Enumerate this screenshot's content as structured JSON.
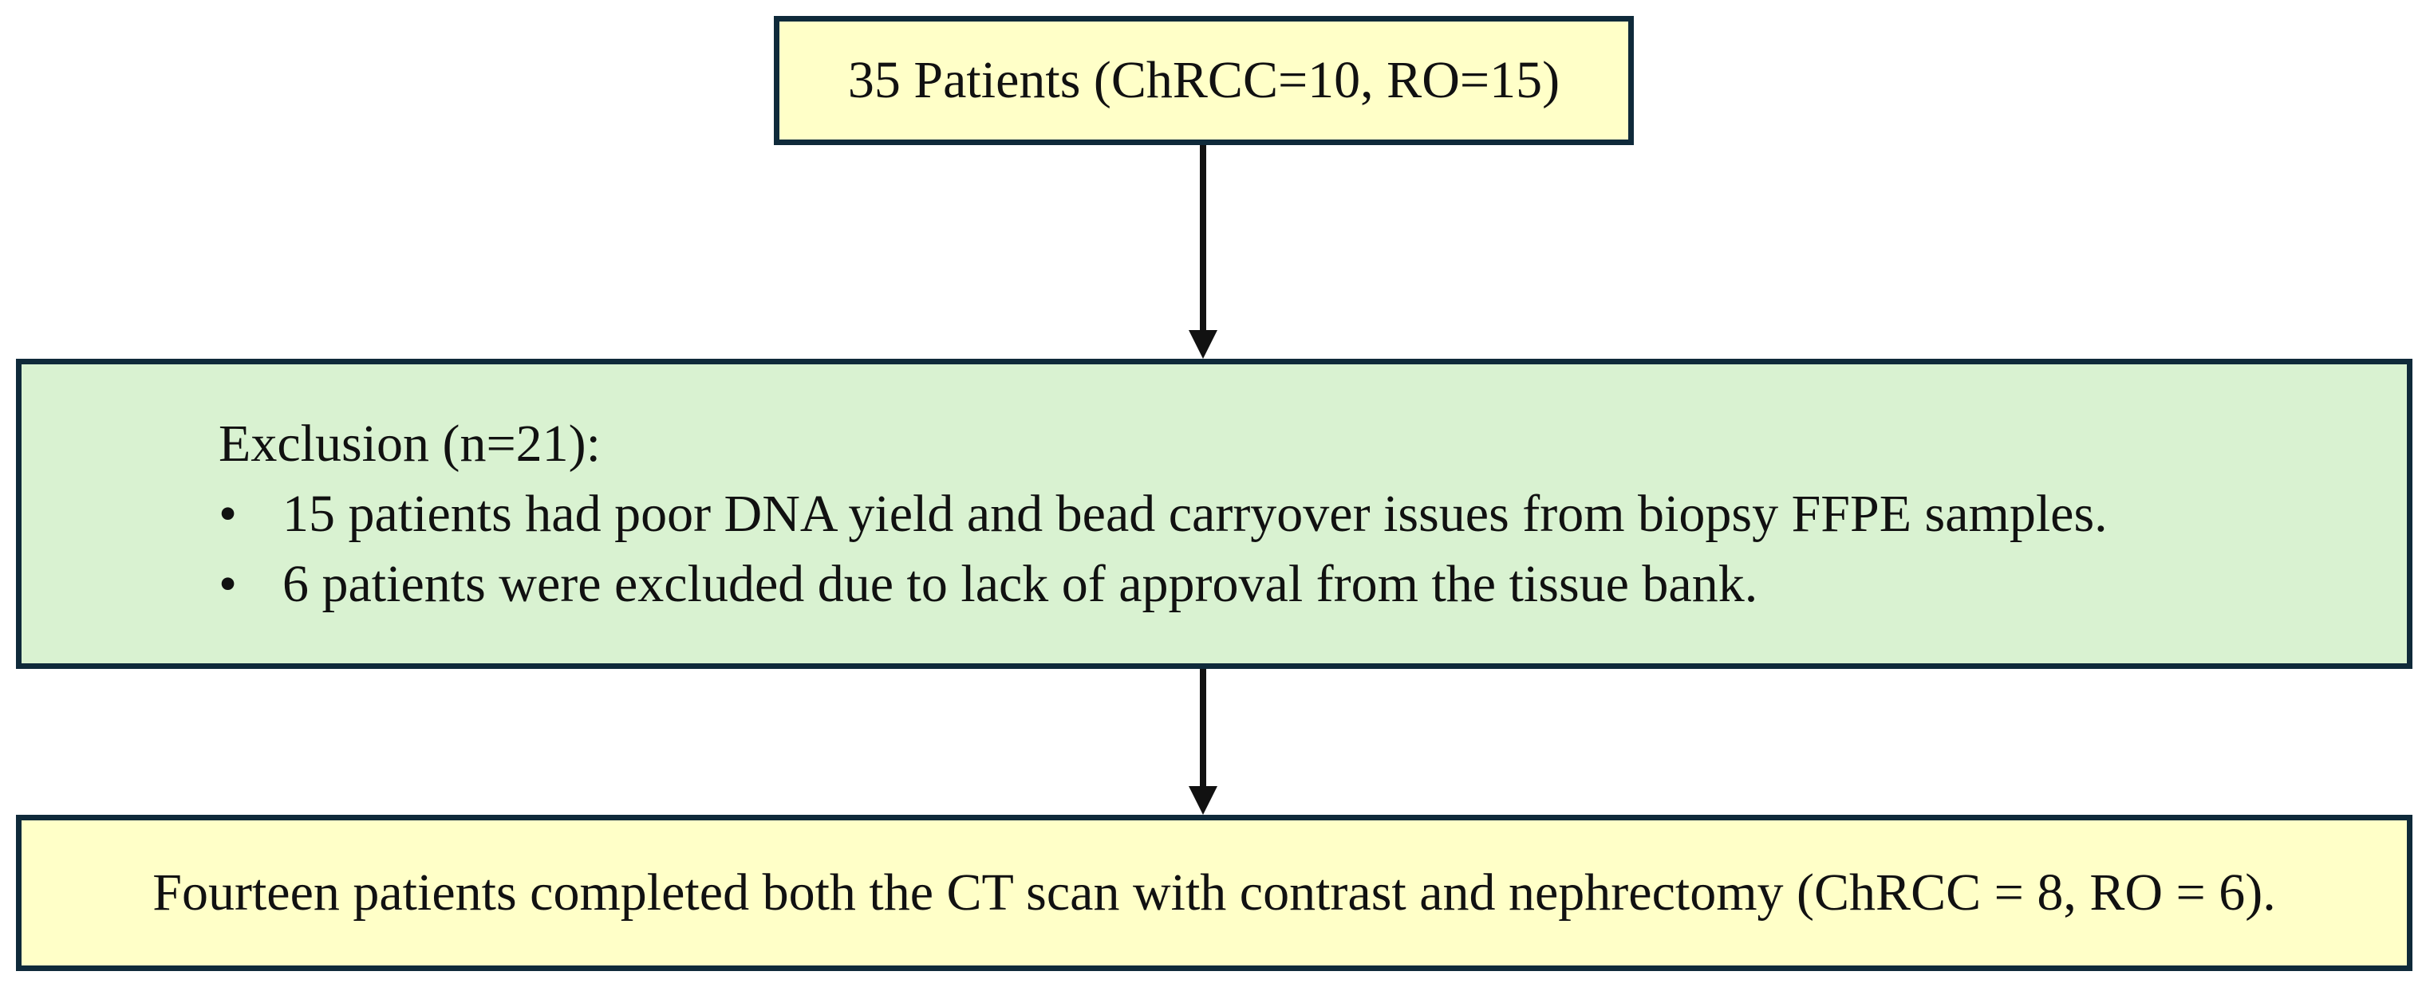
{
  "diagram": {
    "top_box": {
      "text": "35 Patients (ChRCC=10, RO=15)"
    },
    "exclusion_box": {
      "heading": "Exclusion (n=21):",
      "bullet_symbol": "•",
      "items": [
        "15 patients had poor DNA yield and bead carryover issues from biopsy FFPE samples.",
        "6 patients were excluded due to lack of approval from the tissue bank."
      ]
    },
    "bottom_box": {
      "text": "Fourteen patients completed both the CT scan with contrast and nephrectomy (ChRCC = 8, RO = 6)."
    },
    "colors": {
      "border": "#0f2a3a",
      "yellow_fill": "#ffffc8",
      "green_fill": "#d9f2d1",
      "arrow": "#111111"
    }
  }
}
